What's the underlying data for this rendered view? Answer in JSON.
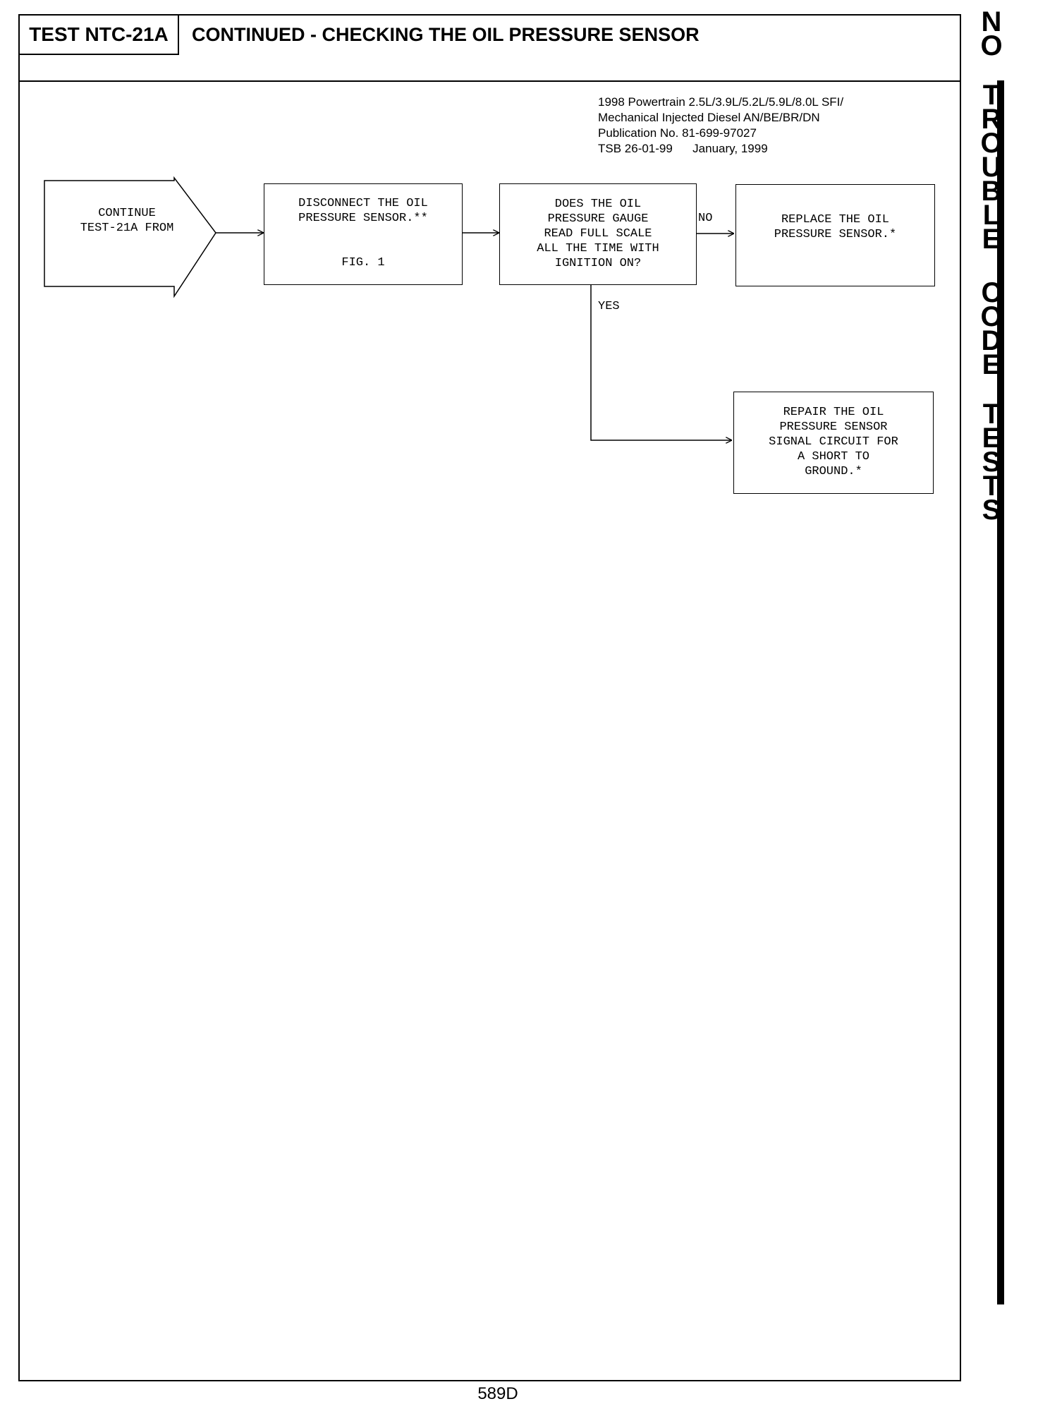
{
  "header": {
    "test_id": "TEST NTC-21A",
    "title": "CONTINUED - CHECKING THE OIL PRESSURE SENSOR"
  },
  "publication": {
    "line1": "1998 Powertrain 2.5L/3.9L/5.2L/5.9L/8.0L SFI/",
    "line2": "Mechanical Injected Diesel AN/BE/BR/DN",
    "line3": "Publication No. 81-699-97027",
    "line4": "TSB 26-01-99      January, 1999"
  },
  "flowchart": {
    "start": "CONTINUE\nTEST-21A FROM",
    "step1": "DISCONNECT THE OIL\nPRESSURE SENSOR.**",
    "step1_fig": "FIG. 1",
    "decision": "DOES THE OIL\nPRESSURE GAUGE\nREAD FULL SCALE\nALL THE TIME WITH\nIGNITION ON?",
    "no_label": "NO",
    "yes_label": "YES",
    "no_result": "REPLACE THE OIL\nPRESSURE SENSOR.*",
    "yes_result": "REPAIR THE OIL\nPRESSURE SENSOR\nSIGNAL CIRCUIT FOR\nA SHORT TO\nGROUND.*"
  },
  "side_tab": {
    "letters": [
      "N",
      "O",
      "T",
      "R",
      "O",
      "U",
      "B",
      "L",
      "E",
      "C",
      "O",
      "D",
      "E",
      "T",
      "E",
      "S",
      "T",
      "S"
    ]
  },
  "page_number": "589D"
}
